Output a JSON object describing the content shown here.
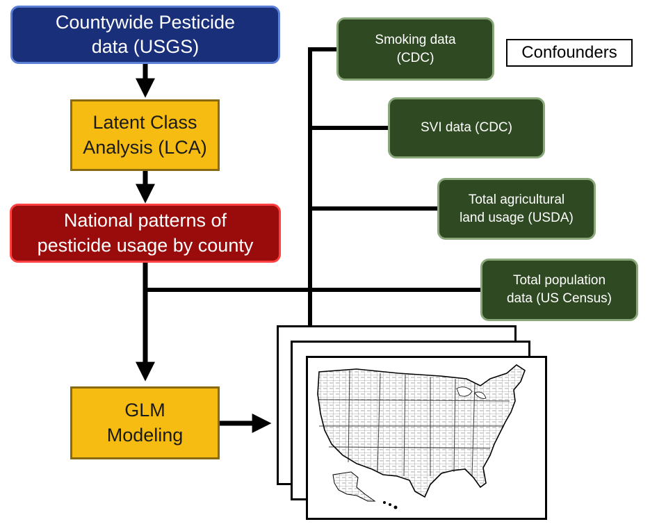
{
  "boxes": {
    "usgs": "Countywide Pesticide\ndata (USGS)",
    "lca": "Latent Class\nAnalysis (LCA)",
    "patterns": "National patterns of\npesticide usage by county",
    "glm": "GLM\nModeling"
  },
  "confounders_label": "Confounders",
  "confounders": [
    "Smoking data\n(CDC)",
    "SVI data (CDC)",
    "Total agricultural\nland usage (USDA)",
    "Total population\ndata (US Census)"
  ],
  "colors": {
    "blue_box": "#1a2f7a",
    "yellow_box": "#f6bc12",
    "red_box": "#9a0b0b",
    "green_box": "#2f4a22"
  },
  "map_icon": "us-county-map"
}
